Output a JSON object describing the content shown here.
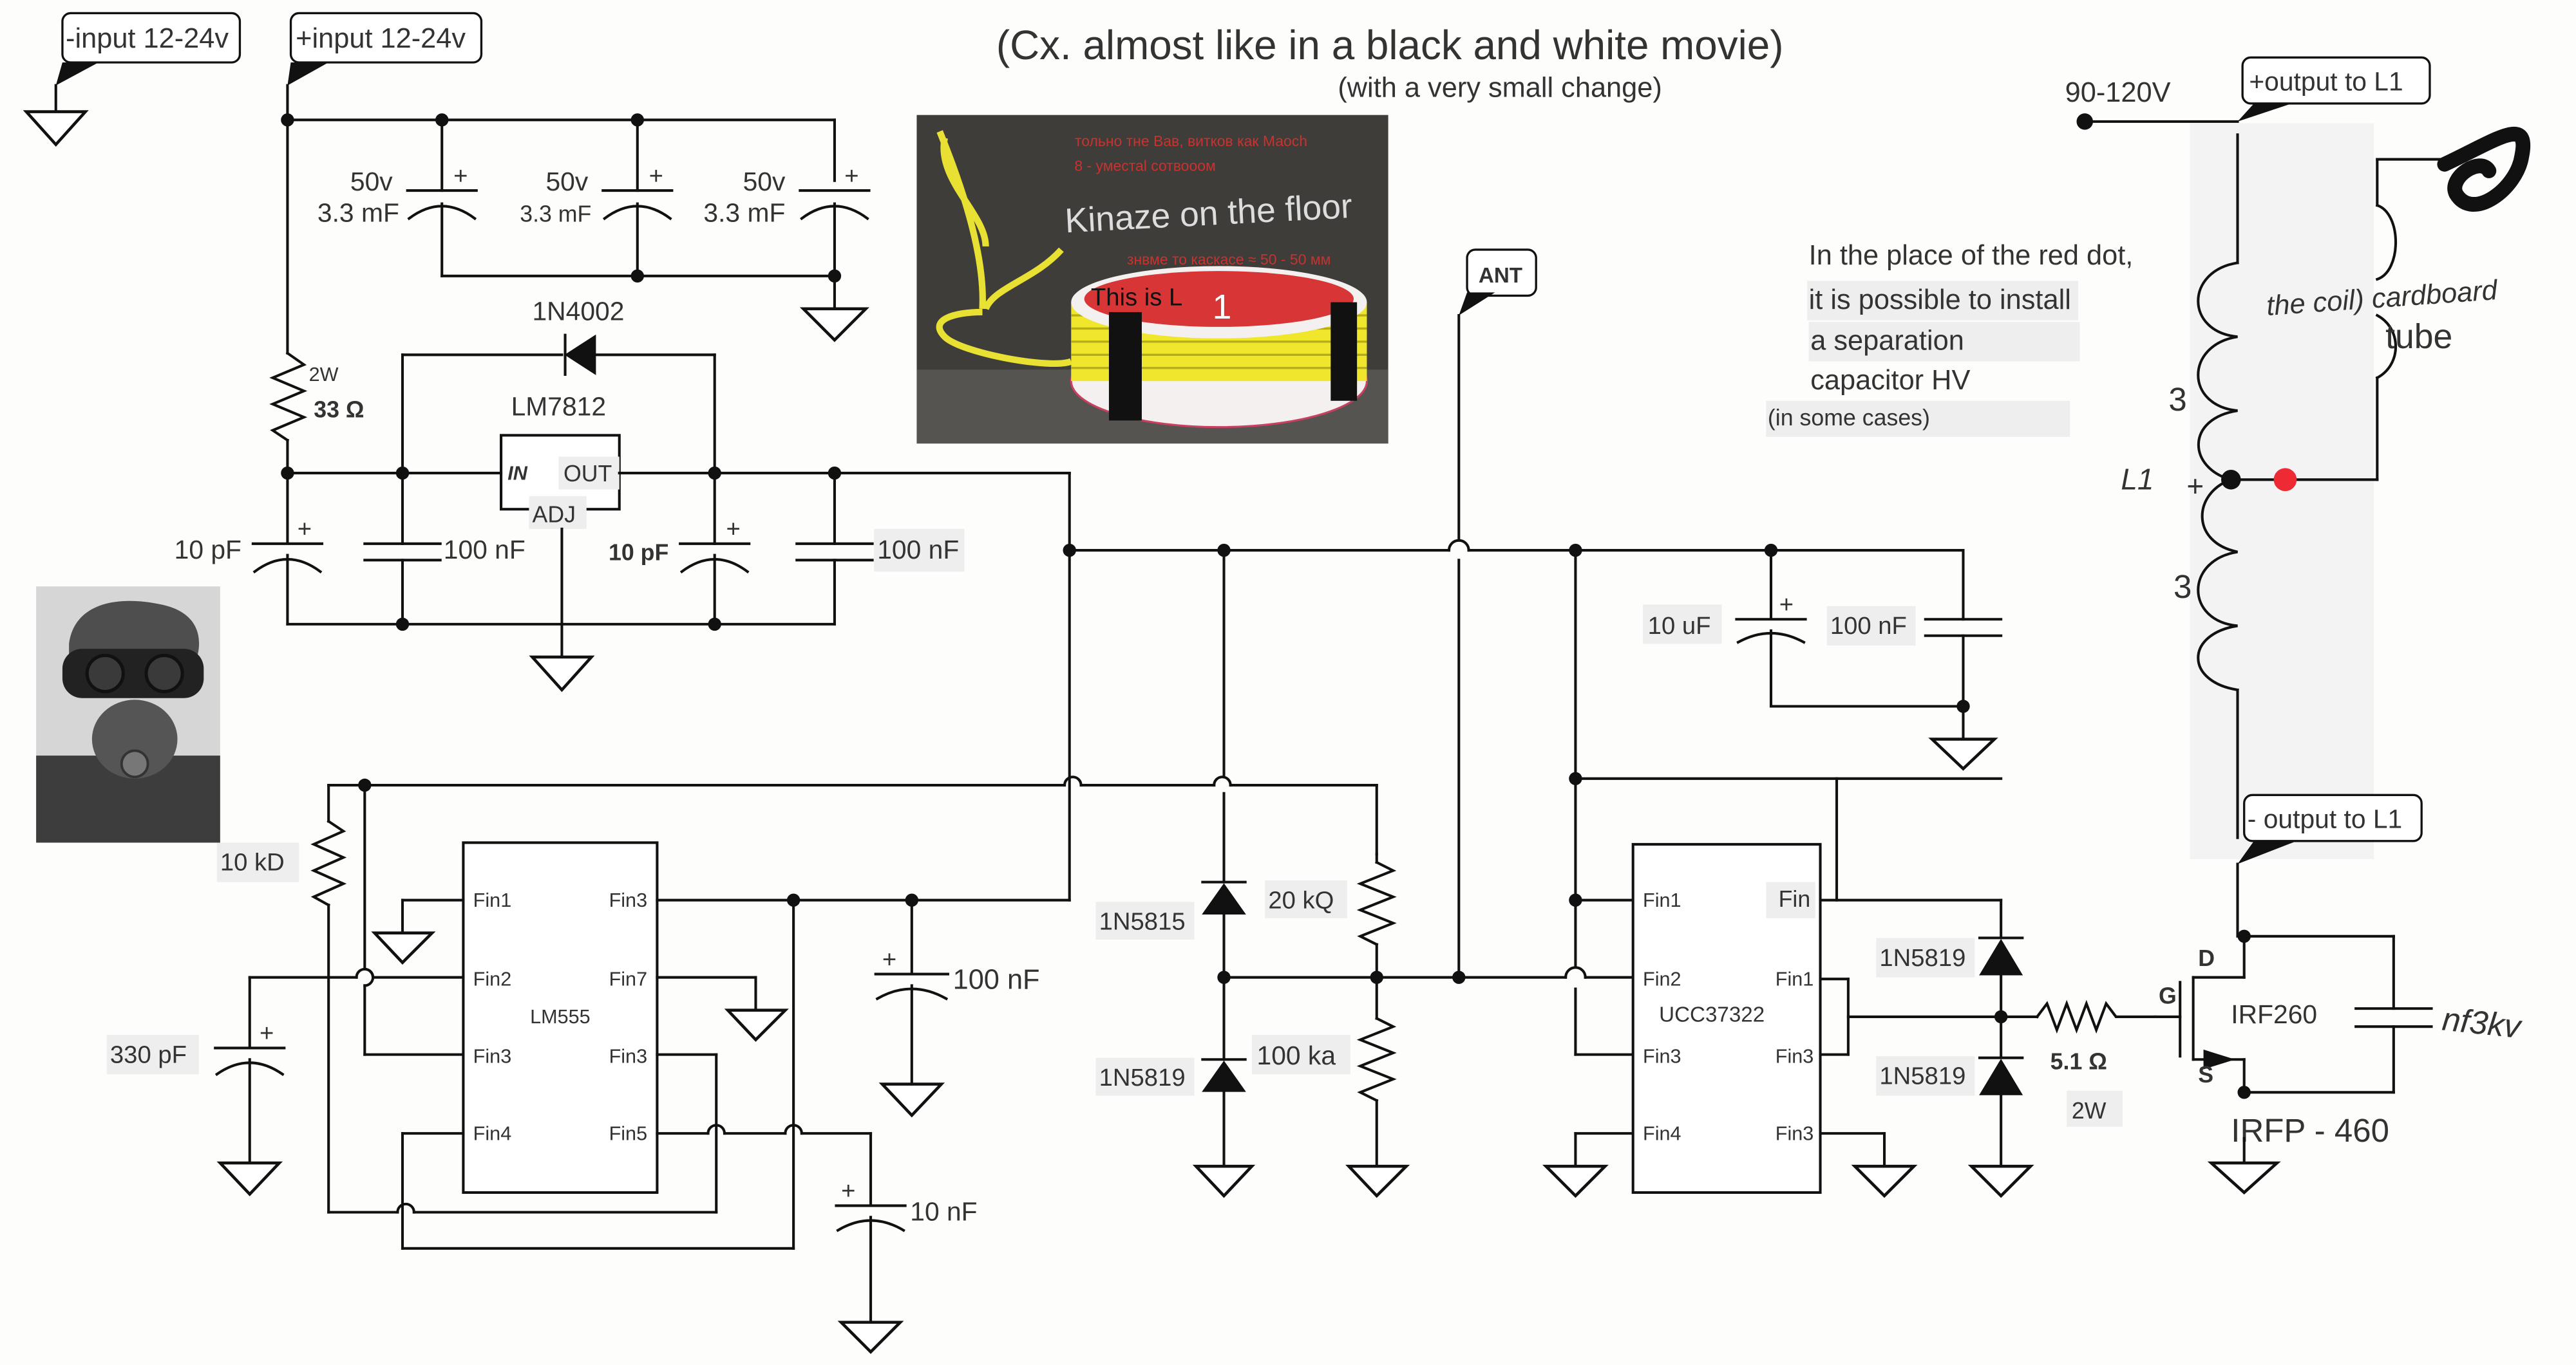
{
  "title": "(Cx. almost like in a black and white movie)",
  "subtitle": "(with a very small change)",
  "net_labels": {
    "neg_input": "-input 12-24v",
    "pos_input": "+input 12-24v",
    "antenna": "ANT",
    "pos_output": "+output to L1",
    "neg_output": "- output to L1",
    "hv_supply": "90-120V"
  },
  "input_filter": {
    "caps": [
      {
        "voltage": "50v",
        "value": "3.3 mF",
        "polarity": "+"
      },
      {
        "voltage": "50v",
        "value": "3.3 mF",
        "polarity": "+"
      },
      {
        "voltage": "50v",
        "value": "3.3 mF",
        "polarity": "+"
      }
    ]
  },
  "regulator": {
    "diode": "1N4002",
    "ic": "LM7812",
    "pin_in": "IN",
    "pin_out": "OUT",
    "pin_adj": "ADJ",
    "resistor_power": "2W",
    "resistor_value": "33 Ω",
    "cap_in_electrolytic": "10 pF",
    "cap_in_ceramic": "100 nF",
    "cap_out_electrolytic": "10 pF",
    "cap_out_ceramic": "100 nF",
    "plus": "+"
  },
  "timer": {
    "ic": "LM555",
    "pins_left": [
      "Fin1",
      "Fin2",
      "Fin3",
      "Fin4"
    ],
    "pins_right": [
      "Fin3",
      "Fin7",
      "Fin3",
      "Fin5"
    ],
    "resistor": "10 kD",
    "timing_cap": "330 pF",
    "decoupling_cap": "100 nF",
    "control_cap": "10 nF"
  },
  "divider": {
    "diode_top": "1N5815",
    "diode_bottom": "1N5819",
    "resistor_top": "20 kQ",
    "resistor_bottom": "100 ka"
  },
  "supply_decoupling": {
    "electrolytic": "10 uF",
    "ceramic": "100 nF"
  },
  "driver": {
    "ic": "UCC37322",
    "pins_left": [
      "Fin1",
      "Fin2",
      "Fin3",
      "Fin4"
    ],
    "pins_right": [
      "Fin",
      "Fin1",
      "Fin3",
      "Fin3"
    ],
    "clamp_diode_top": "1N5819",
    "clamp_diode_bottom": "1N5819",
    "gate_resistor": "5.1 Ω",
    "gate_resistor_power": "2W"
  },
  "mosfet": {
    "label": "IRF260",
    "part_note": "IRFP - 460",
    "pin_d": "D",
    "pin_g": "G",
    "pin_s": "S",
    "snubber_cap": "nf3kv"
  },
  "coil": {
    "name": "L1",
    "plus": "+",
    "turns_top": "3",
    "turns_bottom": "3",
    "note_1": "the coil) cardboard",
    "note_2": "tube",
    "red_dot_color": "#ee2a35"
  },
  "annotation": {
    "lines": [
      "In the place of the red dot,",
      "it is possible to install",
      "a separation",
      "capacitor HV"
    ],
    "small": "(in some cases)"
  },
  "coil_photo": {
    "caption_top_1": "тольно тне Вав, витков как Маоch",
    "caption_top_2": "8 - уместаl сотвооом",
    "headline": "Kinaze on the floor",
    "caption_bottom": "знвме то каскасе ≈ 50 - 50 мм",
    "coil_label": "This is L",
    "coil_label_sub": "1"
  },
  "colors": {
    "wire": "#111111",
    "accent_red": "#d8383a",
    "photo_bg": "#3e3d3a",
    "coil_yellow": "#f0e62c"
  }
}
